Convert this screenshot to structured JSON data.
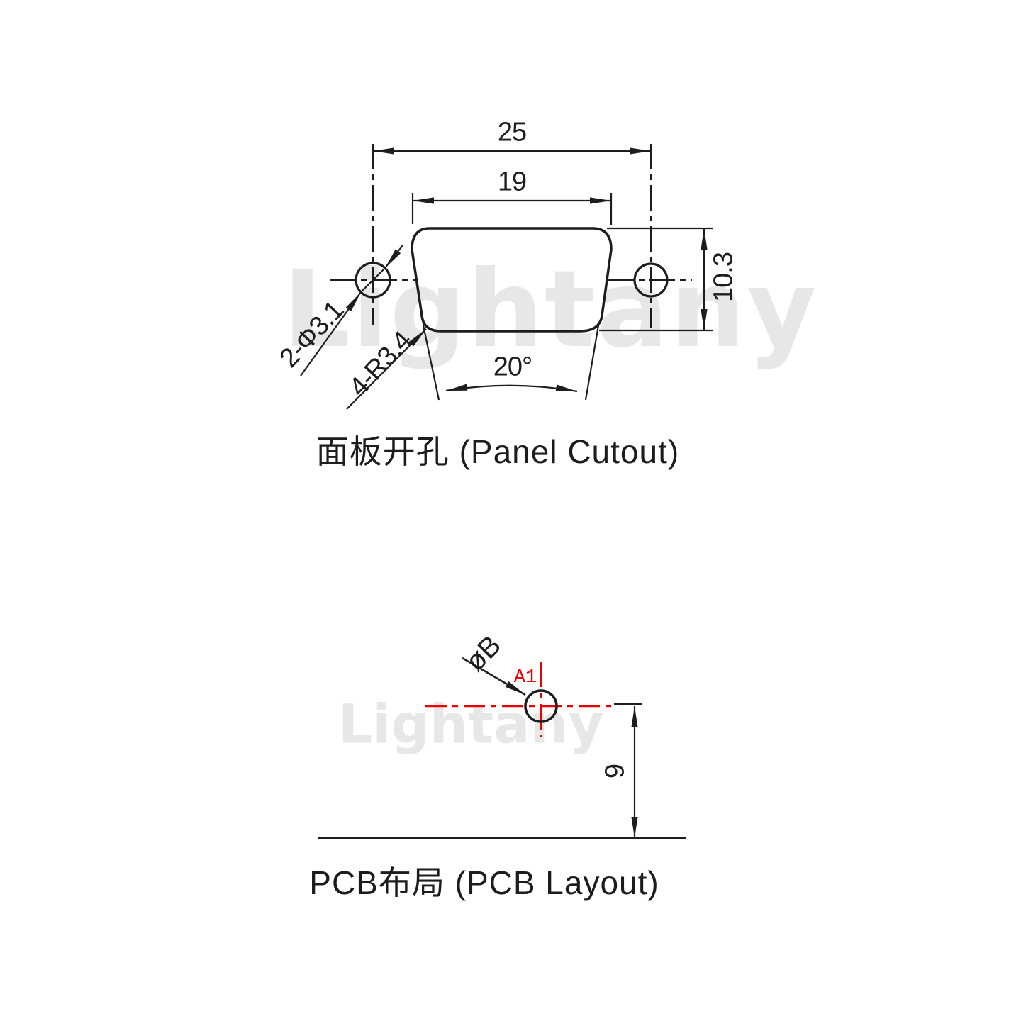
{
  "panel": {
    "caption": "面板开孔 (Panel Cutout)",
    "dim_outer_width": "25",
    "dim_inner_width": "19",
    "dim_height": "10.3",
    "label_mounting_holes": "2-Φ3.1",
    "label_corner_radius": "4-R3.4",
    "dim_angle": "20°"
  },
  "pcb": {
    "caption": "PCB布局 (PCB Layout)",
    "label_pad_diameter": "øB",
    "label_pin": "A1",
    "dim_edge_distance": "9"
  },
  "watermark": {
    "text": "Lightany"
  },
  "colors": {
    "line": "#1d1d1d",
    "accent_red": "#ee0000",
    "watermark": "#e7e7e7"
  }
}
